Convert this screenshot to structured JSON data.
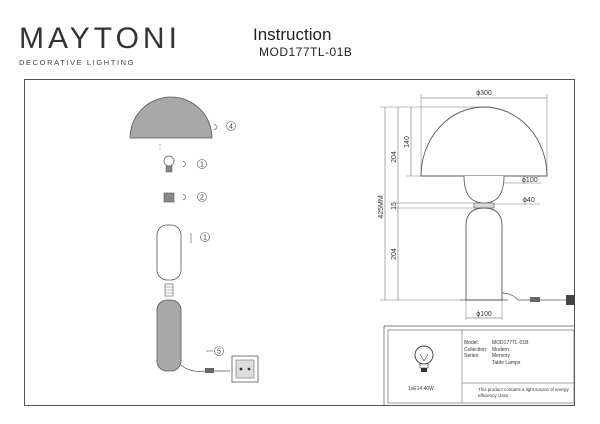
{
  "header": {
    "brand": "MAYTONI",
    "tagline": "DECORATIVE LIGHTING",
    "title": "Instruction",
    "model": "MOD177TL-01B"
  },
  "steps": [
    "4",
    "1",
    "2",
    "1",
    "5"
  ],
  "dimensions": {
    "shade_diameter": "ϕ300",
    "shade_height": "140",
    "upper_height": "204",
    "total_height": "425MM",
    "joint_height": "15",
    "lower_height": "204",
    "ball_diameter": "ϕ100",
    "neck_diameter": "ϕ40",
    "base_diameter": "ϕ100"
  },
  "info": {
    "rows": [
      {
        "key": "Model:",
        "value": "MOD177TL-01B"
      },
      {
        "key": "Collection:",
        "value": "Modern"
      },
      {
        "key": "Series:",
        "value": "Memory"
      },
      {
        "key": "",
        "value": "Table Lamps"
      }
    ],
    "bulb": "1xE14 40W",
    "note": "This product contains a light source of energy efficiency class"
  },
  "colors": {
    "line": "#555555",
    "lamp_fill": "#a8a8a8",
    "ring_fill": "#d8d8d8"
  }
}
